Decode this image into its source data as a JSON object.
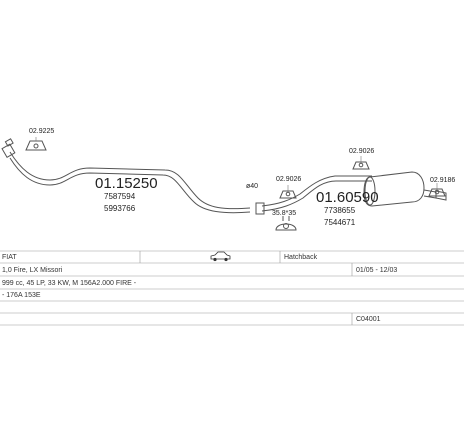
{
  "parts": {
    "p1_number": "01.15250",
    "p1_ref1": "7587594",
    "p1_ref2": "5993766",
    "p2_number": "01.60590",
    "p2_ref1": "7738655",
    "p2_ref2": "7544671",
    "hanger1": "02.9225",
    "hanger2": "02.9026",
    "hanger3": "02.9026",
    "hanger4": "02.9186",
    "clamp_size": "35.8*35",
    "diameter_label": "ø40"
  },
  "table": {
    "row1_make": "FIAT",
    "row1_body": "Hatchback",
    "row2_model": "1,0 Fire, LX Missori",
    "row2_years": "01/05 - 12/03",
    "row3_engine": "999 cc, 45 LP, 33 KW, M 156A2.000 FIRE -",
    "row4_code": "- 176A 153E",
    "row5_id": "C04001"
  },
  "colors": {
    "line": "#555555",
    "text": "#222222",
    "table_line": "#9a9a9a"
  },
  "icons": {
    "vehicle": "car-icon"
  }
}
